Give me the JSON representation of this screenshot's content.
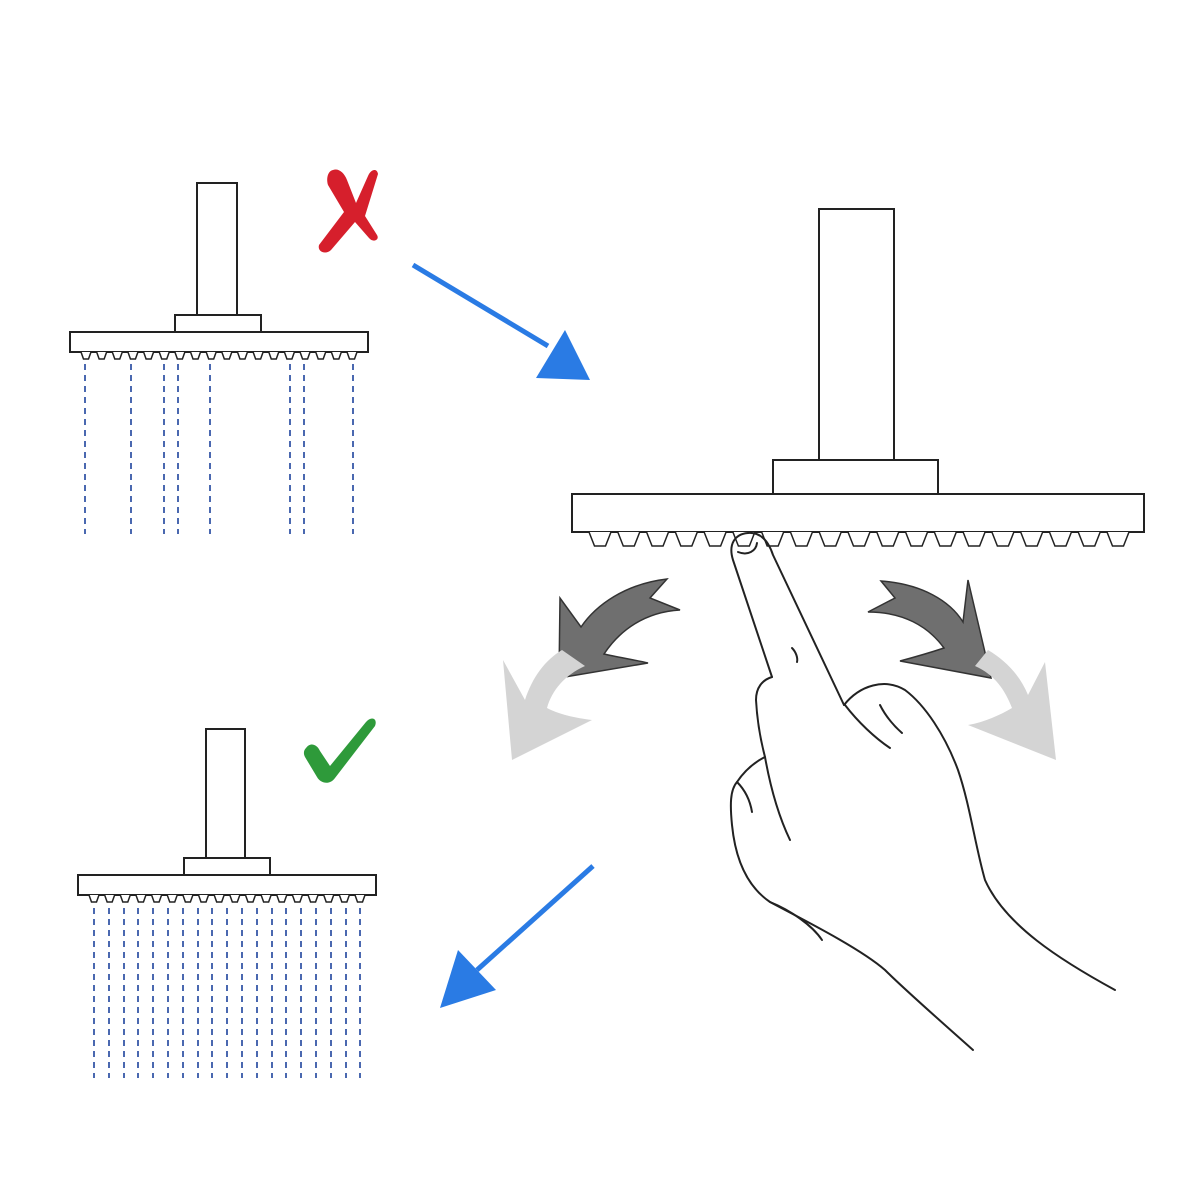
{
  "diagram": {
    "steps": [
      {
        "id": "clogged",
        "status_icon": "cross-mark-icon",
        "flow": "sparse"
      },
      {
        "id": "cleaning",
        "status_icon": "hand-icon",
        "action": "rub-nozzles"
      },
      {
        "id": "clean",
        "status_icon": "check-mark-icon",
        "flow": "full"
      }
    ],
    "icons": [
      "cross-mark-icon",
      "check-mark-icon",
      "arrow-icon",
      "hand-icon",
      "curved-arrow-icon"
    ]
  },
  "colors": {
    "background": "#ffffff",
    "line": "#222222",
    "flow": "#4a68b0",
    "cross": "#d61f2c",
    "check": "#2e9a3a",
    "arrow_blue": "#2a7be4",
    "arrow_dark": "#6f6f6f",
    "arrow_light": "#d4d4d4"
  }
}
